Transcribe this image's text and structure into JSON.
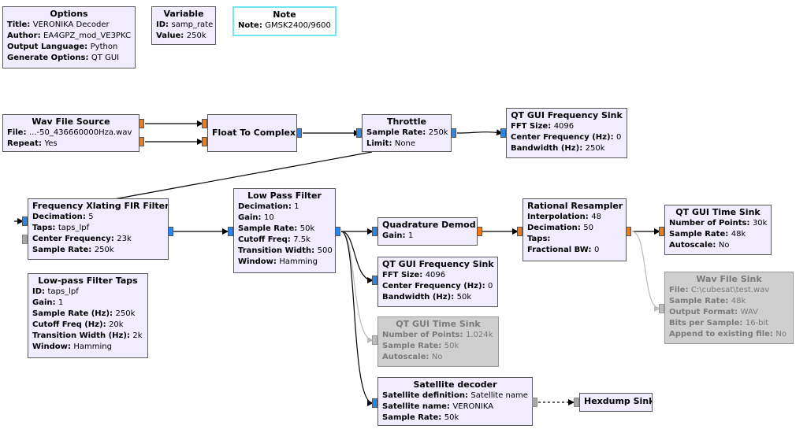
{
  "options": {
    "title": "Options",
    "params": [
      {
        "k": "Title",
        "v": "VERONIKA Decoder"
      },
      {
        "k": "Author",
        "v": "EA4GPZ_mod_VE3PKC"
      },
      {
        "k": "Output Language",
        "v": "Python"
      },
      {
        "k": "Generate Options",
        "v": "QT GUI"
      }
    ]
  },
  "variable": {
    "title": "Variable",
    "params": [
      {
        "k": "ID",
        "v": "samp_rate"
      },
      {
        "k": "Value",
        "v": "250k"
      }
    ]
  },
  "note": {
    "title": "Note",
    "params": [
      {
        "k": "Note",
        "v": "GMSK2400/9600"
      }
    ]
  },
  "wav_src": {
    "title": "Wav File Source",
    "params": [
      {
        "k": "File",
        "v": "...-50_436660000Hza.wav"
      },
      {
        "k": "Repeat",
        "v": "Yes"
      }
    ]
  },
  "f2c": {
    "title": "Float To Complex",
    "params": []
  },
  "throttle": {
    "title": "Throttle",
    "params": [
      {
        "k": "Sample Rate",
        "v": "250k"
      },
      {
        "k": "Limit",
        "v": "None"
      }
    ]
  },
  "qt_freq1": {
    "title": "QT GUI Frequency Sink",
    "params": [
      {
        "k": "FFT Size",
        "v": "4096"
      },
      {
        "k": "Center Frequency (Hz)",
        "v": "0"
      },
      {
        "k": "Bandwidth (Hz)",
        "v": "250k"
      }
    ]
  },
  "xlat": {
    "title": "Frequency Xlating FIR Filter",
    "params": [
      {
        "k": "Decimation",
        "v": "5"
      },
      {
        "k": "Taps",
        "v": "taps_lpf"
      },
      {
        "k": "Center Frequency",
        "v": "23k"
      },
      {
        "k": "Sample Rate",
        "v": "250k"
      }
    ]
  },
  "lpf": {
    "title": "Low Pass Filter",
    "params": [
      {
        "k": "Decimation",
        "v": "1"
      },
      {
        "k": "Gain",
        "v": "10"
      },
      {
        "k": "Sample Rate",
        "v": "50k"
      },
      {
        "k": "Cutoff Freq",
        "v": "7.5k"
      },
      {
        "k": "Transition Width",
        "v": "500"
      },
      {
        "k": "Window",
        "v": "Hamming"
      }
    ]
  },
  "quad": {
    "title": "Quadrature Demod",
    "params": [
      {
        "k": "Gain",
        "v": "1"
      }
    ]
  },
  "resamp": {
    "title": "Rational Resampler",
    "params": [
      {
        "k": "Interpolation",
        "v": "48"
      },
      {
        "k": "Decimation",
        "v": "50"
      },
      {
        "k": "Taps",
        "v": ""
      },
      {
        "k": "Fractional BW",
        "v": "0"
      }
    ]
  },
  "qt_time1": {
    "title": "QT GUI Time Sink",
    "params": [
      {
        "k": "Number of Points",
        "v": "30k"
      },
      {
        "k": "Sample Rate",
        "v": "48k"
      },
      {
        "k": "Autoscale",
        "v": "No"
      }
    ]
  },
  "taps": {
    "title": "Low-pass Filter Taps",
    "params": [
      {
        "k": "ID",
        "v": "taps_lpf"
      },
      {
        "k": "Gain",
        "v": "1"
      },
      {
        "k": "Sample Rate (Hz)",
        "v": "250k"
      },
      {
        "k": "Cutoff Freq (Hz)",
        "v": "20k"
      },
      {
        "k": "Transition Width (Hz)",
        "v": "2k"
      },
      {
        "k": "Window",
        "v": "Hamming"
      }
    ]
  },
  "qt_freq2": {
    "title": "QT GUI Frequency Sink",
    "params": [
      {
        "k": "FFT Size",
        "v": "4096"
      },
      {
        "k": "Center Frequency (Hz)",
        "v": "0"
      },
      {
        "k": "Bandwidth (Hz)",
        "v": "50k"
      }
    ]
  },
  "qt_time2": {
    "title": "QT GUI Time Sink",
    "params": [
      {
        "k": "Number of Points",
        "v": "1.024k"
      },
      {
        "k": "Sample Rate",
        "v": "50k"
      },
      {
        "k": "Autoscale",
        "v": "No"
      }
    ]
  },
  "wav_sink": {
    "title": "Wav File Sink",
    "params": [
      {
        "k": "File",
        "v": "C:\\cubesat\\test.wav"
      },
      {
        "k": "Sample Rate",
        "v": "48k"
      },
      {
        "k": "Output Format",
        "v": "WAV"
      },
      {
        "k": "Bits per Sample",
        "v": "16-bit"
      },
      {
        "k": "Append to existing file",
        "v": "No"
      }
    ]
  },
  "satdec": {
    "title": "Satellite decoder",
    "params": [
      {
        "k": "Satellite definition",
        "v": "Satellite name"
      },
      {
        "k": "Satellite name",
        "v": "VERONIKA"
      },
      {
        "k": "Sample Rate",
        "v": "50k"
      }
    ]
  },
  "hexdump": {
    "title": "Hexdump Sink",
    "params": []
  },
  "colors": {
    "block_bg": "#f1ecff",
    "disabled_bg": "#cfcfcf",
    "port_out": "#ef7a16",
    "port_in": "#2b86e8",
    "note_border": "#6fe6f0"
  }
}
